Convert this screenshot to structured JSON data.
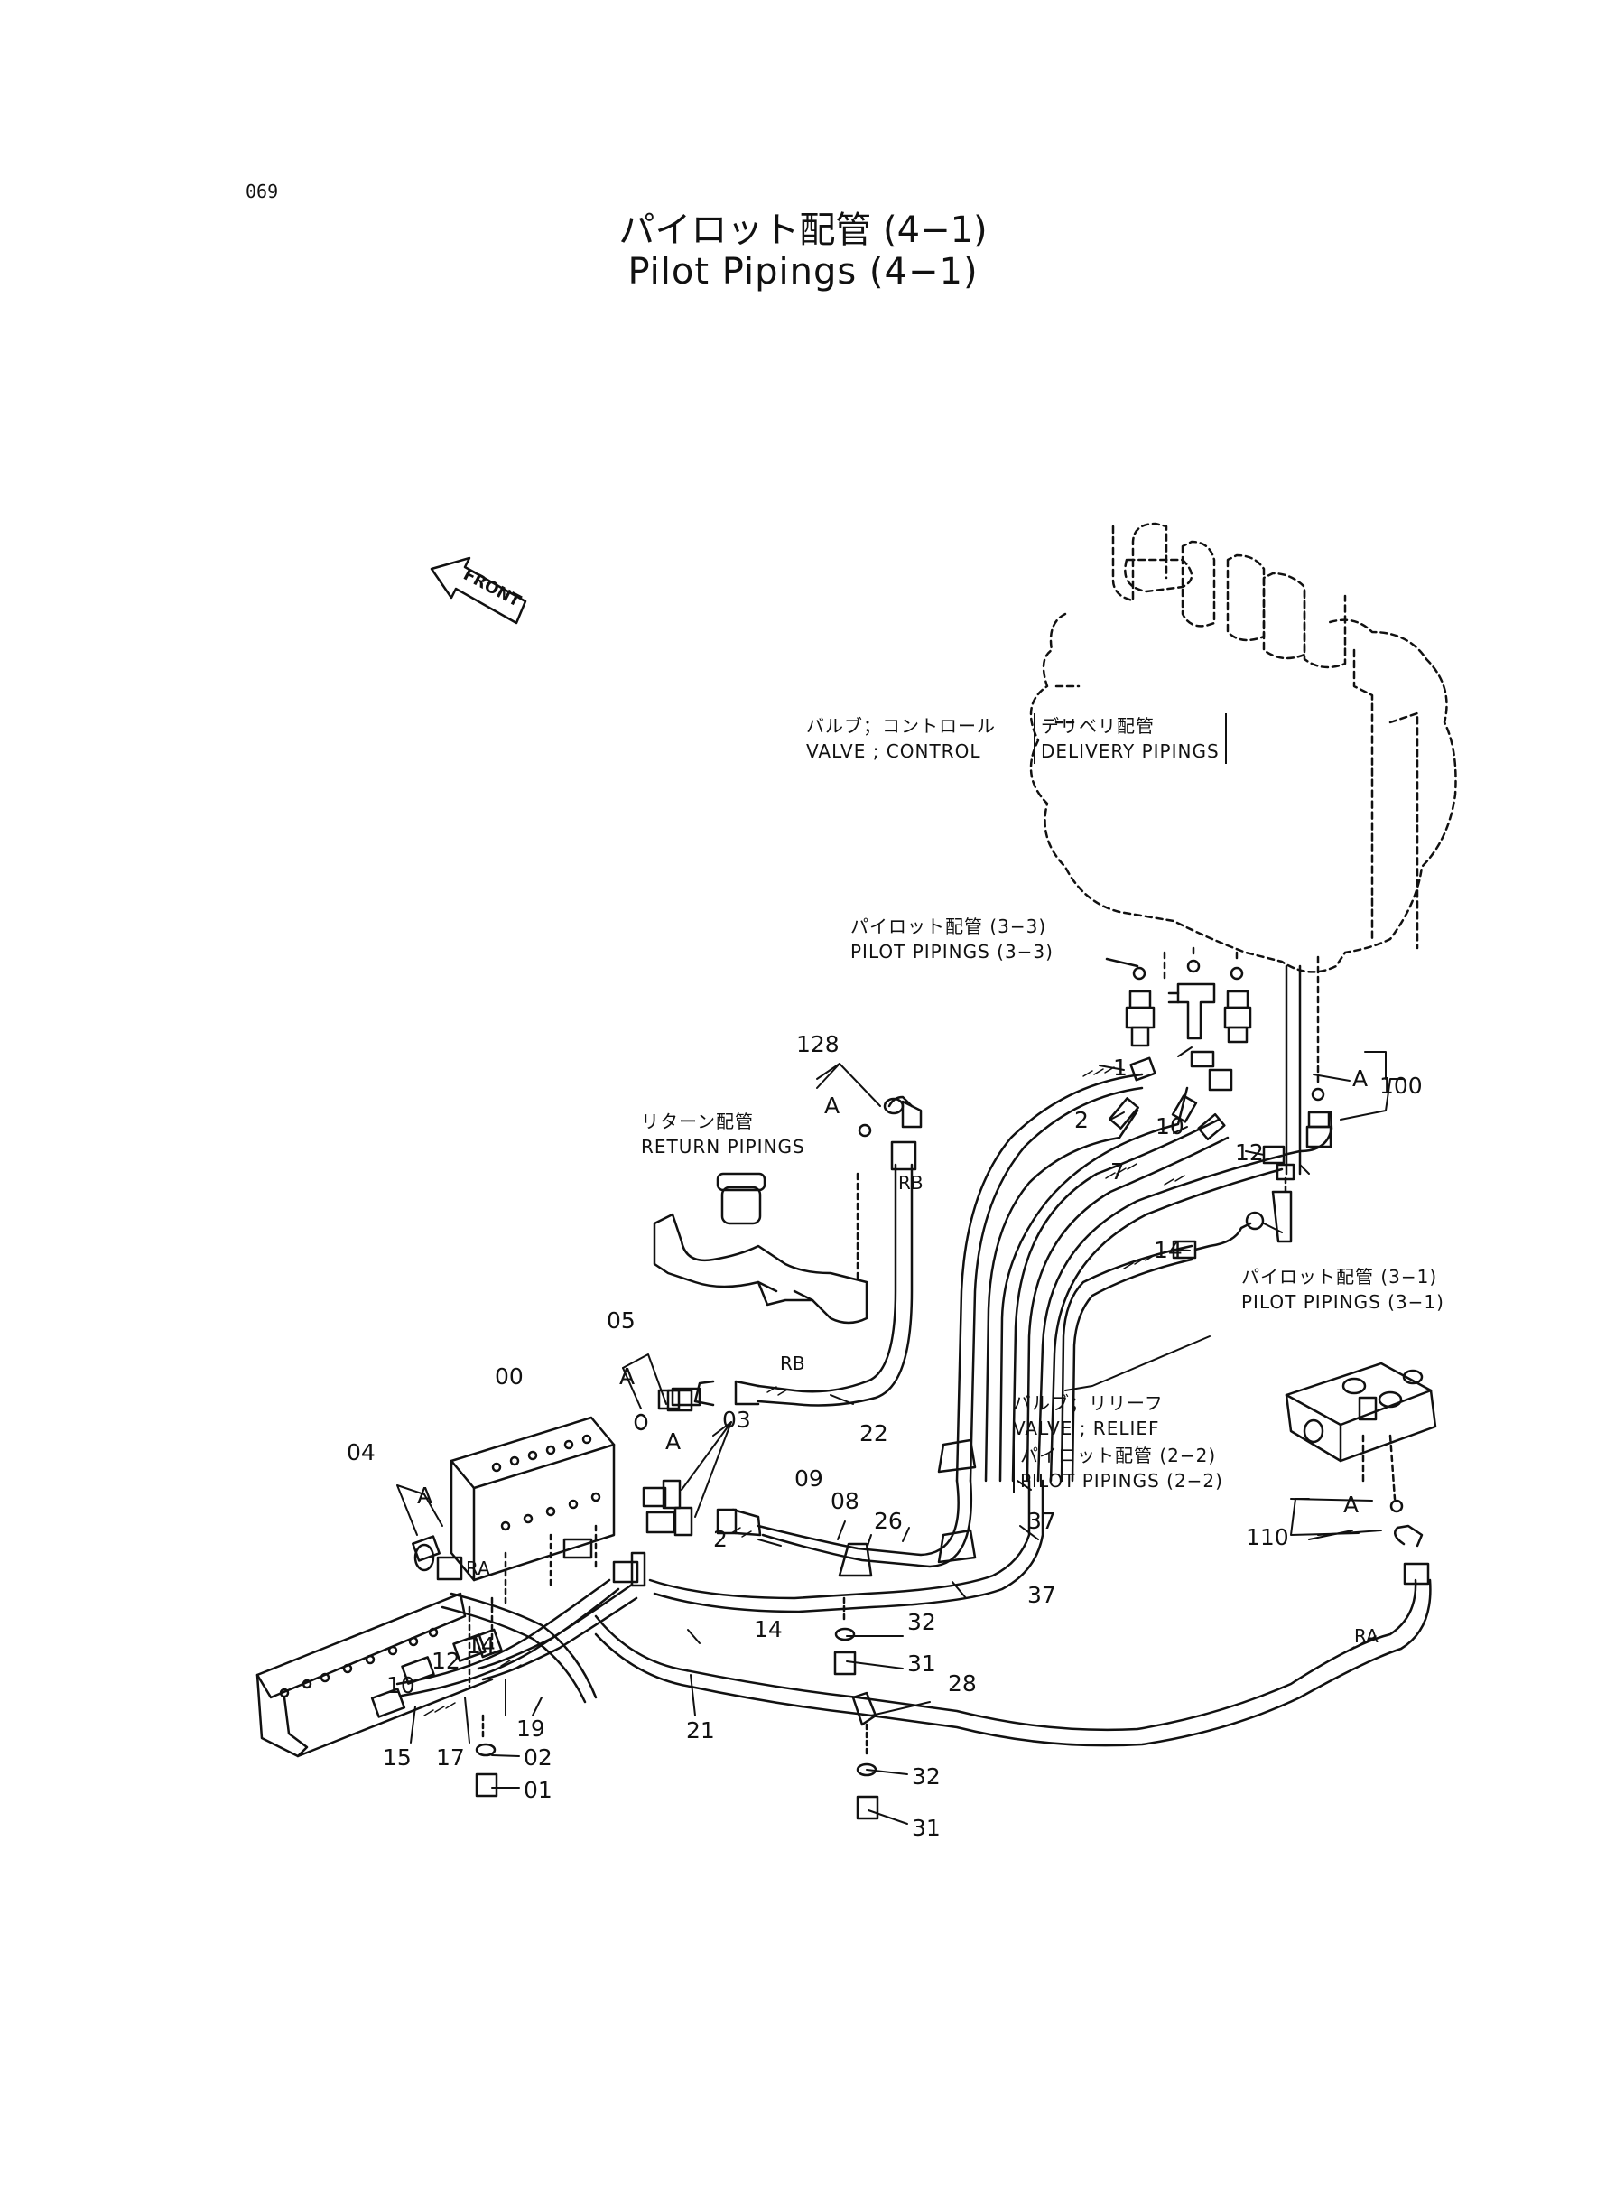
{
  "page_number": "069",
  "title": {
    "jp": "パイロット配管 (4−1)",
    "en": "Pilot Pipings (4−1)"
  },
  "front_label": "FRONT",
  "components": {
    "control_valve": {
      "jp": "バルブ；コントロール",
      "en": "VALVE ; CONTROL"
    },
    "delivery_pipings": {
      "jp": "デリベリ配管",
      "en": "DELIVERY PIPINGS"
    },
    "pilot_pipings_3_3": {
      "jp": "パイロット配管 (3−3)",
      "en": "PILOT PIPINGS (3−3)"
    },
    "return_pipings": {
      "jp": "リターン配管",
      "en": "RETURN PIPINGS"
    },
    "pilot_pipings_3_1": {
      "jp": "パイロット配管 (3−1)",
      "en": "PILOT PIPINGS (3−1)"
    },
    "relief_valve": {
      "jp": "バルブ；リリーフ",
      "en": "VALVE ; RELIEF"
    },
    "pilot_pipings_2_2": {
      "jp": "パイロット配管 (2−2)",
      "en": "PILOT PIPINGS (2−2)"
    }
  },
  "callouts": {
    "c128": "128",
    "cA1": "A",
    "cRB1": "RB",
    "cA2": "A",
    "c100": "100",
    "c1": "1",
    "c2a": "2",
    "c10a": "10",
    "c7": "7",
    "c12a": "12",
    "c14a": "14",
    "c05": "05",
    "cA3": "A",
    "cRB2": "RB",
    "c00": "00",
    "c03": "03",
    "cA4": "A",
    "c04": "04",
    "cA5": "A",
    "c22": "22",
    "c09": "09",
    "c08": "08",
    "c26": "26",
    "c37a": "37",
    "c37b": "37",
    "cA6": "A",
    "c110": "110",
    "cRA1": "RA",
    "cRA2": "RA",
    "c32a": "32",
    "c31a": "31",
    "c28": "28",
    "c14b": "14",
    "c12b": "12",
    "c14c": "14",
    "c10b": "10",
    "c2b": "2",
    "c15": "15",
    "c17": "17",
    "c19": "19",
    "c21": "21",
    "c02": "02",
    "c01": "01",
    "c32b": "32",
    "c31b": "31"
  }
}
